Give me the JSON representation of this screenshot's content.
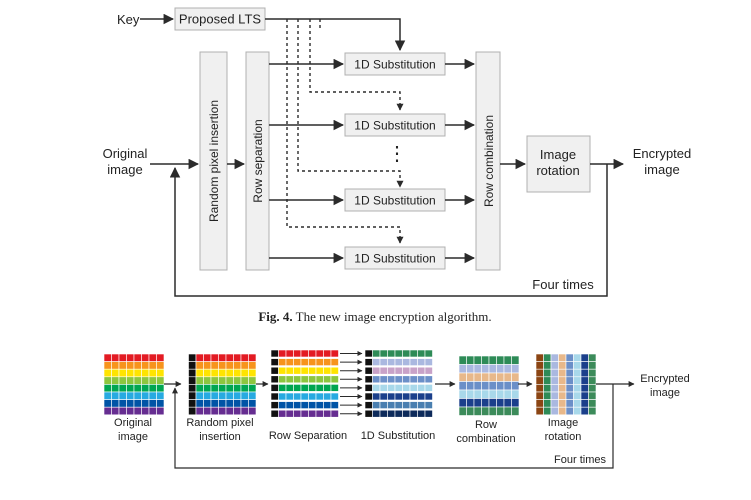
{
  "top": {
    "key_label": "Key",
    "lts_label": "Proposed LTS",
    "input_label": [
      "Original",
      "image"
    ],
    "rpi_label": "Random pixel insertion",
    "row_sep_label": "Row separation",
    "subst_label": "1D Substitution",
    "row_comb_label": "Row combination",
    "rotation_label": [
      "Image",
      "rotation"
    ],
    "output_label": [
      "Encrypted",
      "image"
    ],
    "loop_label": "Four times",
    "ellipsis": "⋮"
  },
  "caption": {
    "fig": "Fig. 4.",
    "text": "The new image encryption algorithm."
  },
  "bottom": {
    "stages": [
      [
        "Original",
        "image"
      ],
      [
        "Random pixel",
        "insertion"
      ],
      [
        "Row Separation"
      ],
      [
        "1D Substitution"
      ],
      [
        "Row",
        "combination"
      ],
      [
        "Image",
        "rotation"
      ]
    ],
    "output_label": [
      "Encrypted",
      "image"
    ],
    "loop_label": "Four times"
  },
  "colors": {
    "block_fill": "#f0f0f0",
    "block_stroke": "#b0b0b0",
    "arrow": "#2b2b2b",
    "rainbow": [
      "#e31b23",
      "#f7941d",
      "#ffe400",
      "#8dc63f",
      "#00a651",
      "#27aae1",
      "#0054a6",
      "#662d91"
    ],
    "subst_rows": [
      "#2e8b57",
      "#aab8e0",
      "#c8a2c8",
      "#6b8fc8",
      "#a8d8ea",
      "#1b3f8b",
      "#4a7fb0",
      "#0d2a5a"
    ],
    "comb_rows": [
      "#2e8b57",
      "#aab8e0",
      "#e8b88a",
      "#6b8fc8",
      "#a8d8ea",
      "#1b3f8b",
      "#3c8b5a"
    ],
    "rot_cols": [
      "#8b4513",
      "#2e8b57",
      "#aab8e0",
      "#e8b88a",
      "#6b8fc8",
      "#a8d8ea",
      "#1b3f8b",
      "#3c8b5a"
    ]
  }
}
